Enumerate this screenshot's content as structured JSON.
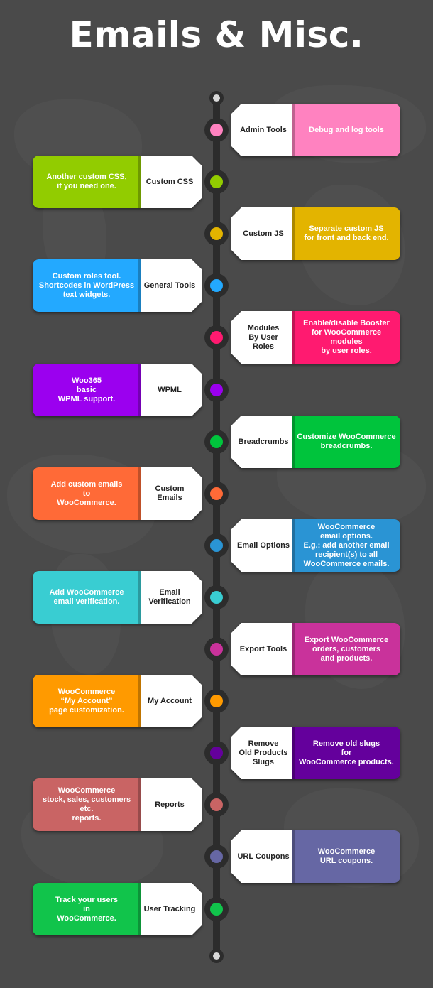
{
  "title": "Emails & Misc.",
  "items": [
    {
      "side": "right",
      "label": "Admin Tools",
      "desc": "Debug and log tools",
      "color": "#ff82c0",
      "dot": "#ff82c0"
    },
    {
      "side": "left",
      "label": "Custom CSS",
      "desc": "Another custom CSS,\nif you need one.",
      "color": "#92cc00",
      "dot": "#92cc00"
    },
    {
      "side": "right",
      "label": "Custom JS",
      "desc": "Separate custom JS\nfor front and back end.",
      "color": "#e3b400",
      "dot": "#e3b400"
    },
    {
      "side": "left",
      "label": "General Tools",
      "desc": "Custom roles tool.\nShortcodes in WordPress\ntext widgets.",
      "color": "#23a9ff",
      "dot": "#23a9ff"
    },
    {
      "side": "right",
      "label": "Modules\nBy User Roles",
      "desc": "Enable/disable Booster\nfor WooCommerce modules\nby user roles.",
      "color": "#ff1a70",
      "dot": "#ff1a70"
    },
    {
      "side": "left",
      "label": "WPML",
      "desc": "Woo365\nbasic\nWPML support.",
      "color": "#9b00ef",
      "dot": "#9b00ef"
    },
    {
      "side": "right",
      "label": "Breadcrumbs",
      "desc": "Customize WooCommerce\nbreadcrumbs.",
      "color": "#00c43c",
      "dot": "#00c43c"
    },
    {
      "side": "left",
      "label": "Custom Emails",
      "desc": "Add custom emails\nto\nWooCommerce.",
      "color": "#ff6a37",
      "dot": "#ff6a37"
    },
    {
      "side": "right",
      "label": "Email Options",
      "desc": "WooCommerce\nemail options.\nE.g.: add another email\nrecipient(s) to all\nWooCommerce emails.",
      "color": "#2a94d4",
      "dot": "#2a94d4"
    },
    {
      "side": "left",
      "label": "Email\nVerification",
      "desc": "Add WooCommerce\nemail verification.",
      "color": "#39cdd2",
      "dot": "#39cdd2"
    },
    {
      "side": "right",
      "label": "Export Tools",
      "desc": "Export WooCommerce\norders, customers\nand products.",
      "color": "#c9329b",
      "dot": "#c9329b"
    },
    {
      "side": "left",
      "label": "My Account",
      "desc": "WooCommerce\n“My Account”\npage customization.",
      "color": "#ff9a00",
      "dot": "#ff9a00"
    },
    {
      "side": "right",
      "label": "Remove\nOld Products\nSlugs",
      "desc": "Remove old slugs\nfor\nWooCommerce products.",
      "color": "#64009c",
      "dot": "#64009c"
    },
    {
      "side": "left",
      "label": "Reports",
      "desc": "WooCommerce\nstock, sales, customers etc.\nreports.",
      "color": "#c96464",
      "dot": "#c96464"
    },
    {
      "side": "right",
      "label": "URL Coupons",
      "desc": "WooCommerce\nURL coupons.",
      "color": "#6667a4",
      "dot": "#6667a4"
    },
    {
      "side": "left",
      "label": "User Tracking",
      "desc": "Track your users\nin\nWooCommerce.",
      "color": "#11c44b",
      "dot": "#11c44b"
    }
  ]
}
